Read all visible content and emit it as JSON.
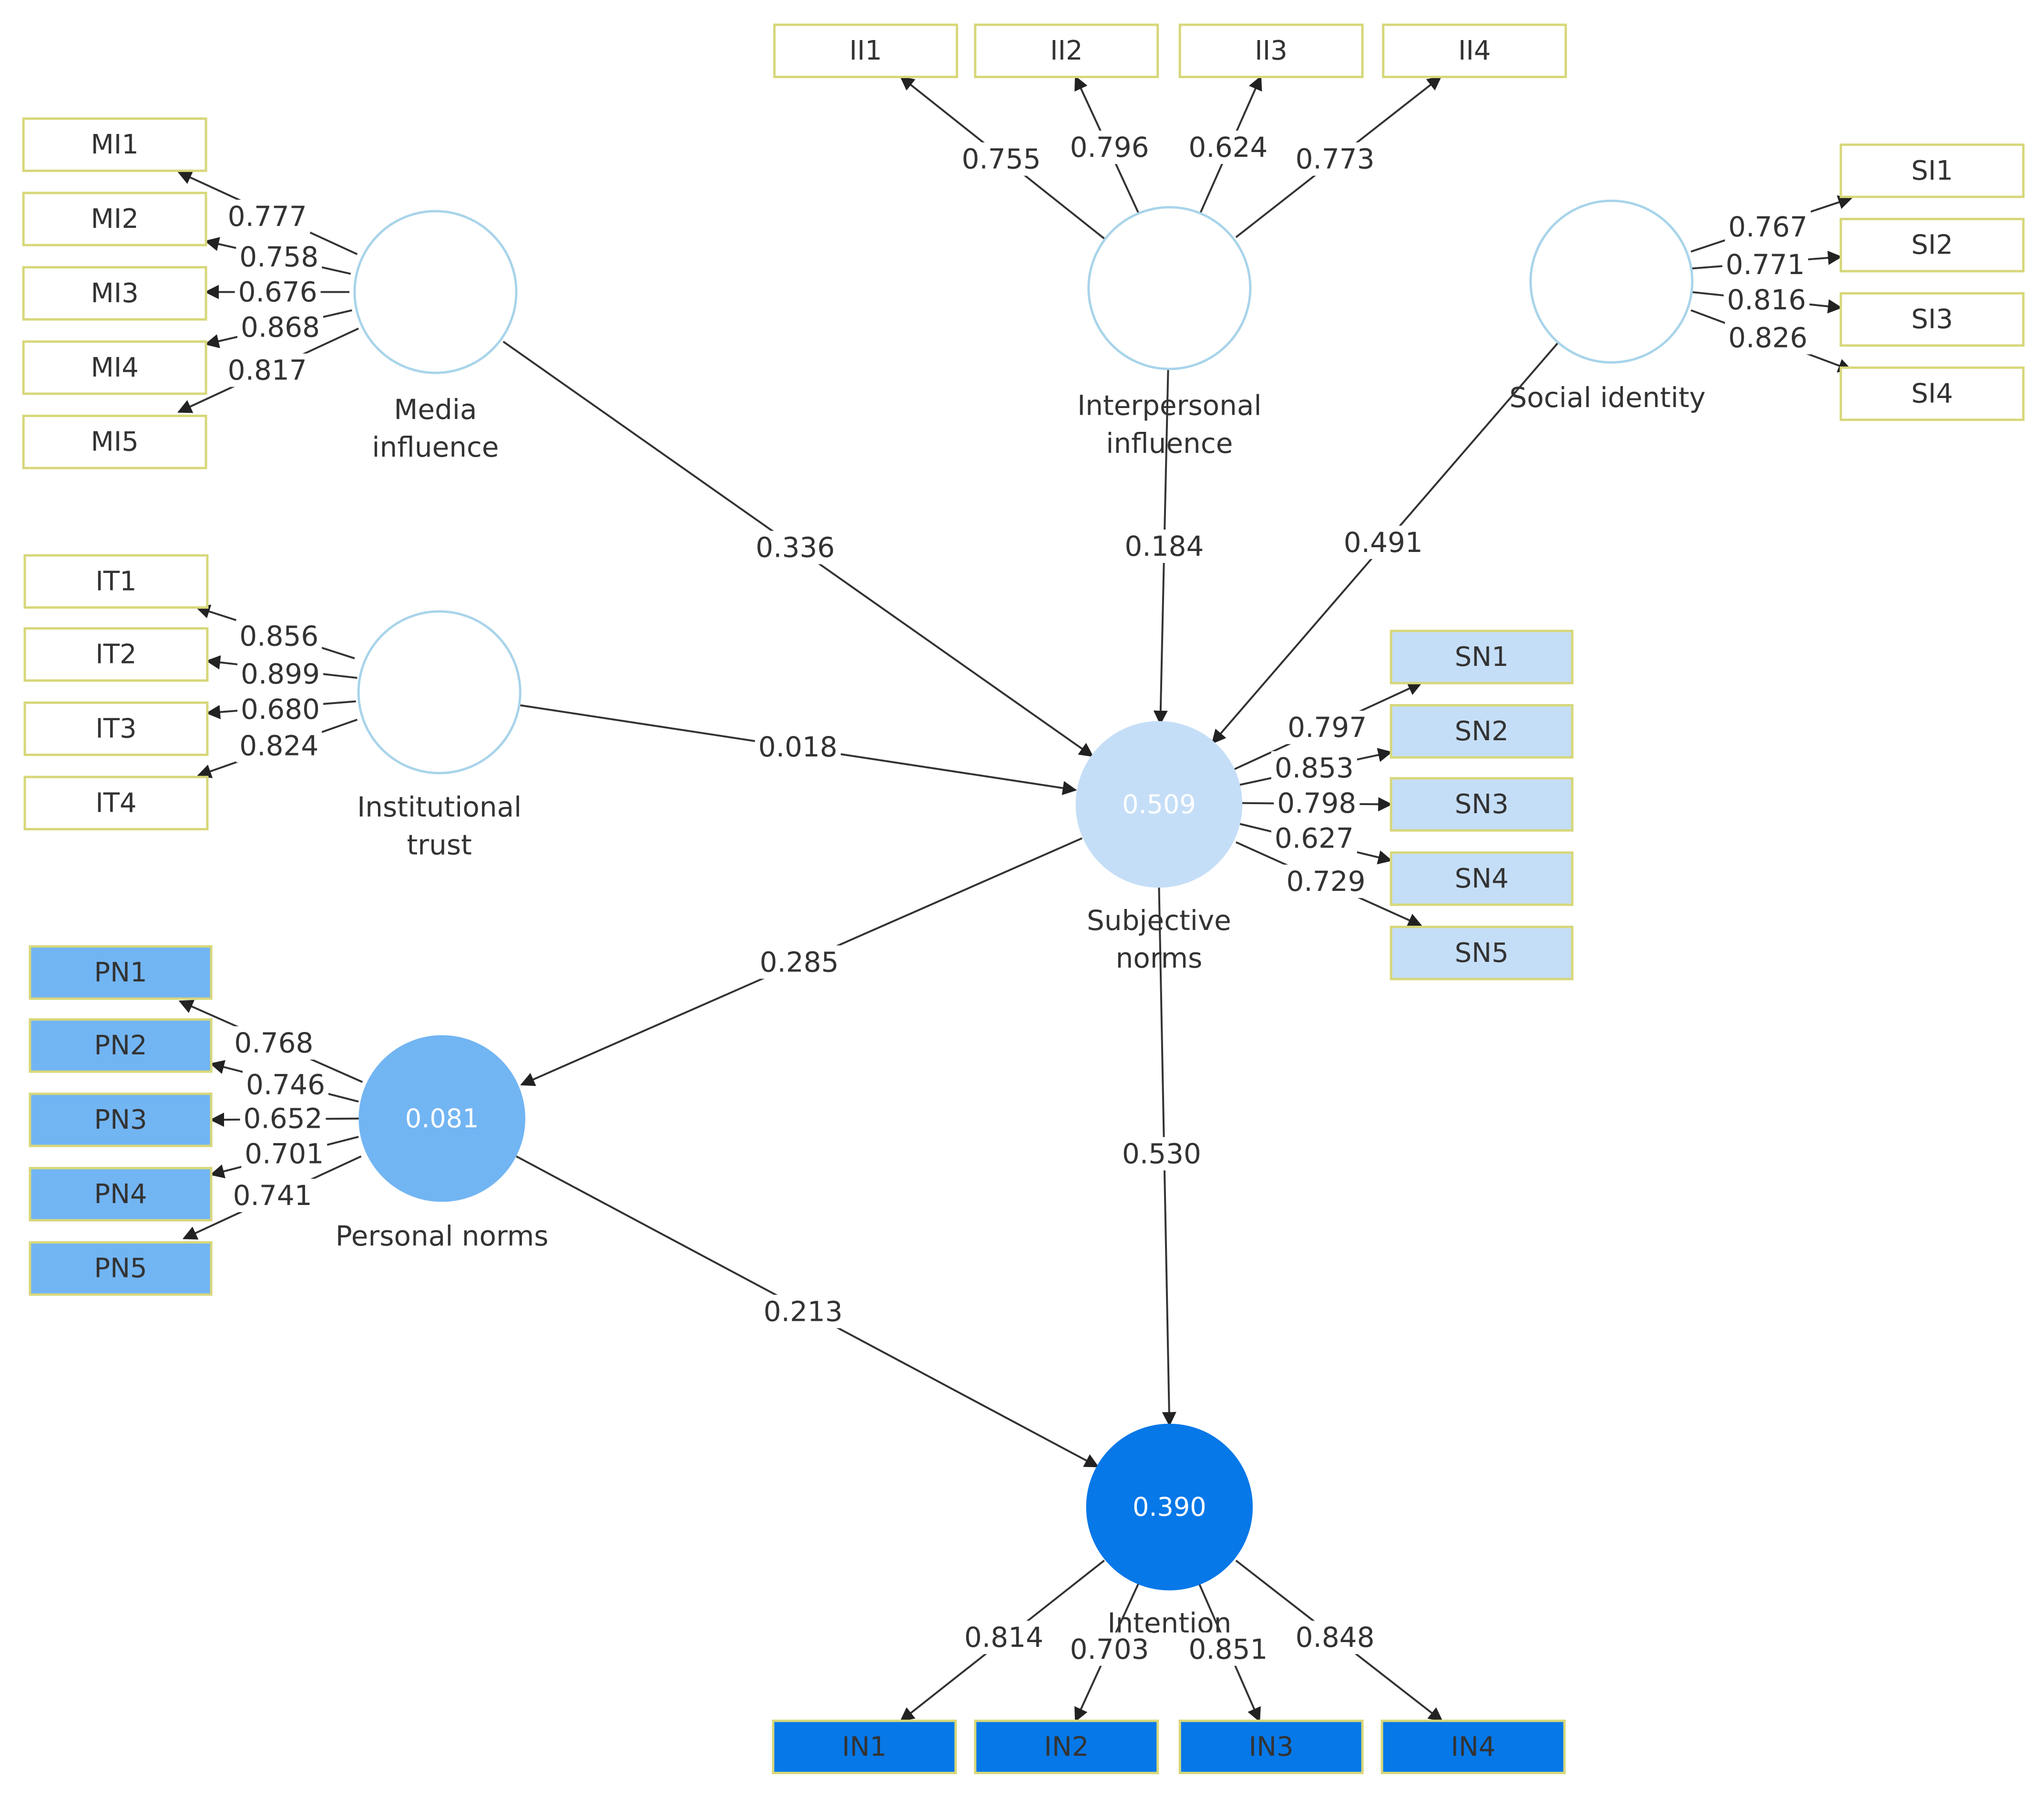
{
  "constructs": {
    "mi": {
      "label_lines": [
        "Media",
        "influence"
      ],
      "r2": "",
      "fill": "#ffffff",
      "stroke": "#a8d4ea"
    },
    "ii": {
      "label_lines": [
        "Interpersonal",
        "influence"
      ],
      "r2": "",
      "fill": "#ffffff",
      "stroke": "#a8d4ea"
    },
    "si": {
      "label_lines": [
        "Social identity"
      ],
      "r2": "",
      "fill": "#ffffff",
      "stroke": "#a8d4ea"
    },
    "it": {
      "label_lines": [
        "Institutional",
        "trust"
      ],
      "r2": "",
      "fill": "#ffffff",
      "stroke": "#a8d4ea"
    },
    "sn": {
      "label_lines": [
        "Subjective",
        "norms"
      ],
      "r2": "0.509",
      "fill": "#c5def7",
      "stroke": "#c5def7"
    },
    "pn": {
      "label_lines": [
        "Personal norms"
      ],
      "r2": "0.081",
      "fill": "#72b5f3",
      "stroke": "#72b5f3"
    },
    "in": {
      "label_lines": [
        "Intention"
      ],
      "r2": "0.390",
      "fill": "#0678e8",
      "stroke": "#0678e8"
    }
  },
  "indicator_groups": {
    "mi": {
      "items": [
        "MI1",
        "MI2",
        "MI3",
        "MI4",
        "MI5"
      ],
      "loadings": [
        "0.777",
        "0.758",
        "0.676",
        "0.868",
        "0.817"
      ],
      "fill": "#ffffff",
      "stroke": "#d7d77a"
    },
    "ii": {
      "items": [
        "II1",
        "II2",
        "II3",
        "II4"
      ],
      "loadings": [
        "0.755",
        "0.796",
        "0.624",
        "0.773"
      ],
      "fill": "#ffffff",
      "stroke": "#d7d77a"
    },
    "si": {
      "items": [
        "SI1",
        "SI2",
        "SI3",
        "SI4"
      ],
      "loadings": [
        "0.767",
        "0.771",
        "0.816",
        "0.826"
      ],
      "fill": "#ffffff",
      "stroke": "#d7d77a"
    },
    "it": {
      "items": [
        "IT1",
        "IT2",
        "IT3",
        "IT4"
      ],
      "loadings": [
        "0.856",
        "0.899",
        "0.680",
        "0.824"
      ],
      "fill": "#ffffff",
      "stroke": "#d7d77a"
    },
    "sn": {
      "items": [
        "SN1",
        "SN2",
        "SN3",
        "SN4",
        "SN5"
      ],
      "loadings": [
        "0.797",
        "0.853",
        "0.798",
        "0.627",
        "0.729"
      ],
      "fill": "#c5def7",
      "stroke": "#d7d77a"
    },
    "pn": {
      "items": [
        "PN1",
        "PN2",
        "PN3",
        "PN4",
        "PN5"
      ],
      "loadings": [
        "0.768",
        "0.746",
        "0.652",
        "0.701",
        "0.741"
      ],
      "fill": "#72b5f3",
      "stroke": "#d7d77a"
    },
    "in": {
      "items": [
        "IN1",
        "IN2",
        "IN3",
        "IN4"
      ],
      "loadings": [
        "0.814",
        "0.703",
        "0.851",
        "0.848"
      ],
      "fill": "#0678e8",
      "stroke": "#d7d77a"
    }
  },
  "paths": [
    {
      "from": "mi",
      "to": "sn",
      "coef": "0.336"
    },
    {
      "from": "ii",
      "to": "sn",
      "coef": "0.184"
    },
    {
      "from": "si",
      "to": "sn",
      "coef": "0.491"
    },
    {
      "from": "it",
      "to": "sn",
      "coef": "0.018"
    },
    {
      "from": "sn",
      "to": "pn",
      "coef": "0.285"
    },
    {
      "from": "sn",
      "to": "in",
      "coef": "0.530"
    },
    {
      "from": "pn",
      "to": "in",
      "coef": "0.213"
    }
  ]
}
